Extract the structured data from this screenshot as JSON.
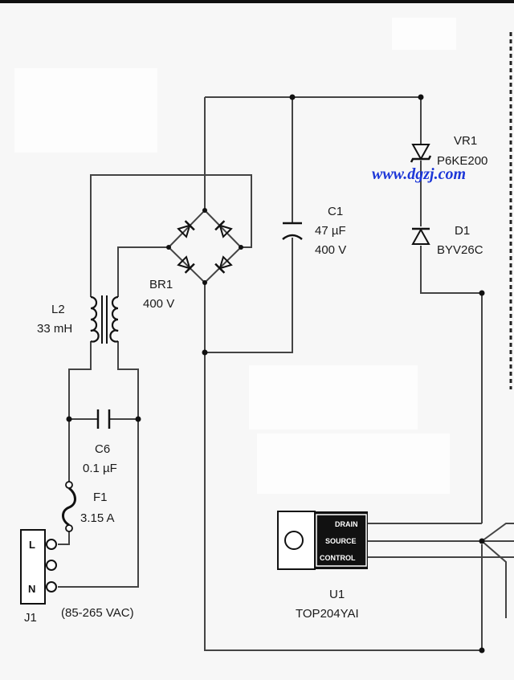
{
  "components": {
    "vr1": {
      "ref": "VR1",
      "value": "P6KE200"
    },
    "d1": {
      "ref": "D1",
      "value": "BYV26C"
    },
    "c1": {
      "ref": "C1",
      "value1": "47 µF",
      "value2": "400 V"
    },
    "br1": {
      "ref": "BR1",
      "value": "400 V"
    },
    "l2": {
      "ref": "L2",
      "value": "33 mH"
    },
    "c6": {
      "ref": "C6",
      "value": "0.1 µF"
    },
    "f1": {
      "ref": "F1",
      "value": "3.15 A"
    },
    "j1": {
      "ref": "J1",
      "pin_l": "L",
      "pin_n": "N",
      "note": "(85-265 VAC)"
    },
    "u1": {
      "ref": "U1",
      "value": "TOP204YAI",
      "pin_drain": "DRAIN",
      "pin_source": "SOURCE",
      "pin_control": "CONTROL"
    }
  },
  "watermark": "www.dgzj.com",
  "colors": {
    "wire": "#444444",
    "watermark": "#1d37d8",
    "background": "#f7f7f7"
  }
}
